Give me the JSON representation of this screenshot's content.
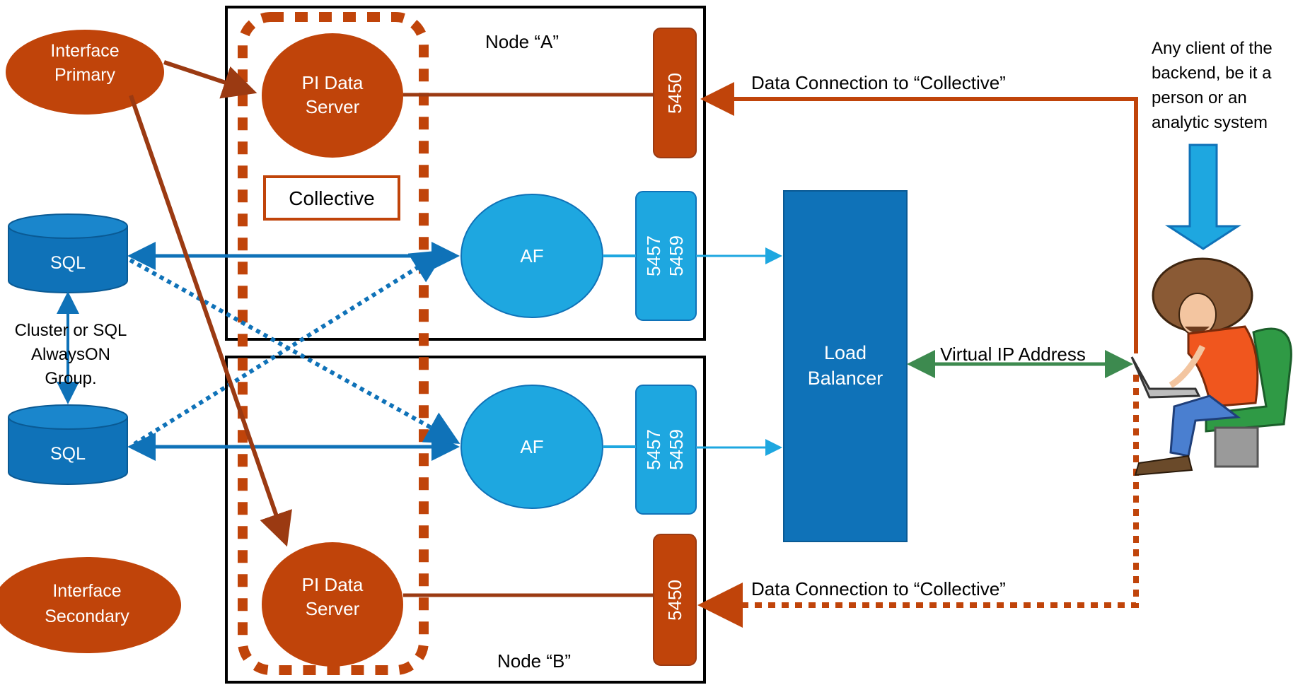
{
  "colors": {
    "orange": "#c0440a",
    "orange_dark": "#9b3a12",
    "blue": "#1ea7e0",
    "blue_dark": "#0f72b8",
    "green": "#3d8a4f",
    "black": "#000000",
    "white": "#ffffff"
  },
  "nodes": {
    "node_a_label": "Node “A”",
    "node_b_label": "Node “B”",
    "interface_primary": [
      "Interface",
      "Primary"
    ],
    "interface_secondary": [
      "Interface",
      "Secondary"
    ],
    "pi_server_a": [
      "PI Data",
      "Server"
    ],
    "pi_server_b": [
      "PI Data",
      "Server"
    ],
    "collective": "Collective",
    "sql_top": "SQL",
    "sql_bottom": "SQL",
    "cluster_note": [
      "Cluster or SQL",
      "AlwaysON",
      "Group."
    ],
    "af_a": "AF",
    "af_b": "AF",
    "port_5450_a": "5450",
    "port_5450_b": "5450",
    "ports_af_a": [
      "5457",
      "5459"
    ],
    "ports_af_b": [
      "5457",
      "5459"
    ],
    "load_balancer": [
      "Load",
      "Balancer"
    ]
  },
  "labels": {
    "data_connection_top": "Data Connection to “Collective”",
    "data_connection_bottom": "Data Connection to “Collective”",
    "virtual_ip": "Virtual IP Address",
    "client_note": [
      "Any client of the",
      "backend, be it a",
      "person or an",
      "analytic system"
    ]
  },
  "icons": {
    "client": "person-with-laptop-icon"
  }
}
